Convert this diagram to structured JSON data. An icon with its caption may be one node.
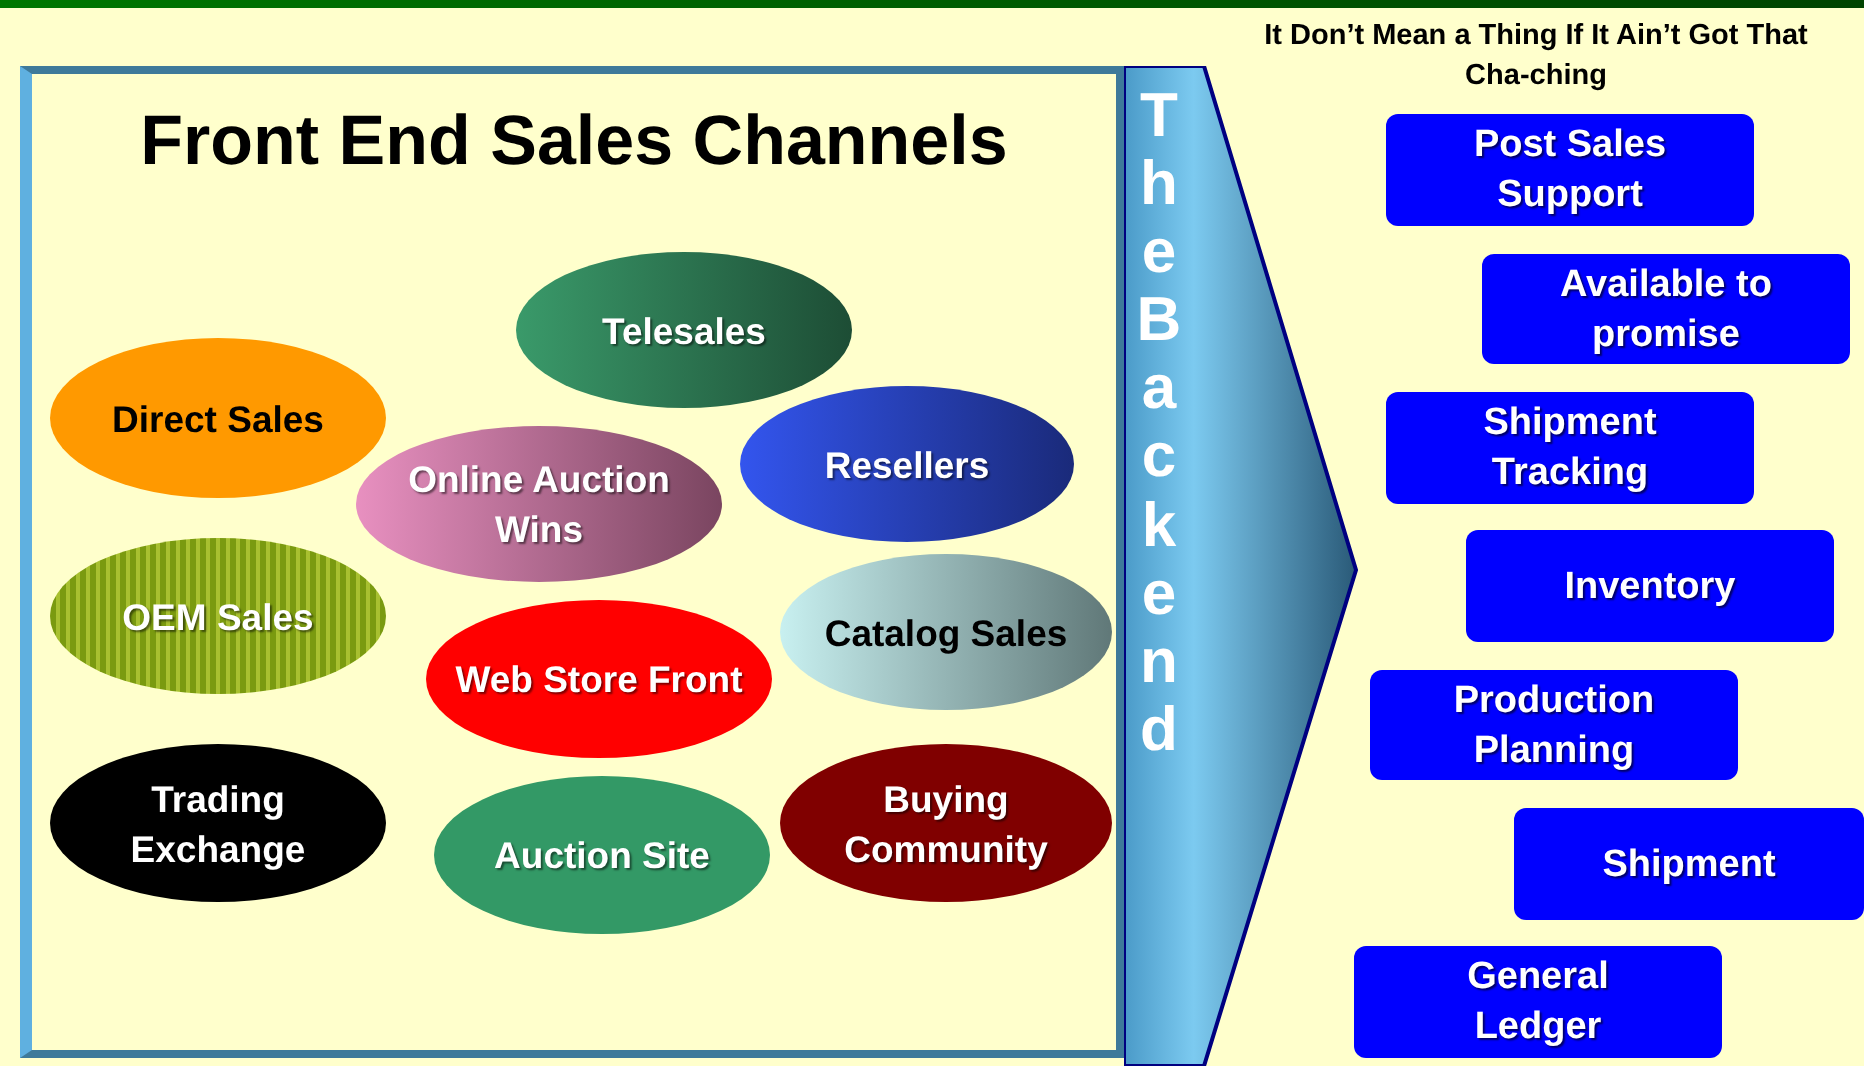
{
  "diagram": {
    "title": "It Don’t Mean a Thing If It Ain’t Got That Cha-ching",
    "nodes": [
      {
        "text": [
          "Front End Sales Channels"
        ]
      },
      {
        "text": [
          "Telesales"
        ],
        "in": 0
      },
      {
        "text": [
          "Direct Sales"
        ],
        "in": 0
      },
      {
        "text": [
          "Online Auction Wins"
        ],
        "in": 0
      },
      {
        "text": [
          "Resellers"
        ],
        "in": 0
      },
      {
        "text": [
          "OEM Sales"
        ],
        "in": 0
      },
      {
        "text": [
          "Catalog Sales"
        ],
        "in": 0
      },
      {
        "text": [
          "Web Store Front"
        ],
        "in": 0
      },
      {
        "text": [
          "Trading Exchange"
        ],
        "in": 0
      },
      {
        "text": [
          "Auction Site"
        ],
        "in": 0
      },
      {
        "text": [
          "Buying Community"
        ],
        "in": 0
      },
      {
        "text": [
          "The Backend"
        ]
      },
      {
        "text": [
          "Post Sales Support"
        ]
      },
      {
        "text": [
          "Available to promise"
        ]
      },
      {
        "text": [
          "Shipment Tracking"
        ]
      },
      {
        "text": [
          "Inventory"
        ]
      },
      {
        "text": [
          "Production Planning"
        ]
      },
      {
        "text": [
          "Shipment"
        ]
      },
      {
        "text": [
          "General Ledger"
        ]
      }
    ],
    "edges": []
  }
}
